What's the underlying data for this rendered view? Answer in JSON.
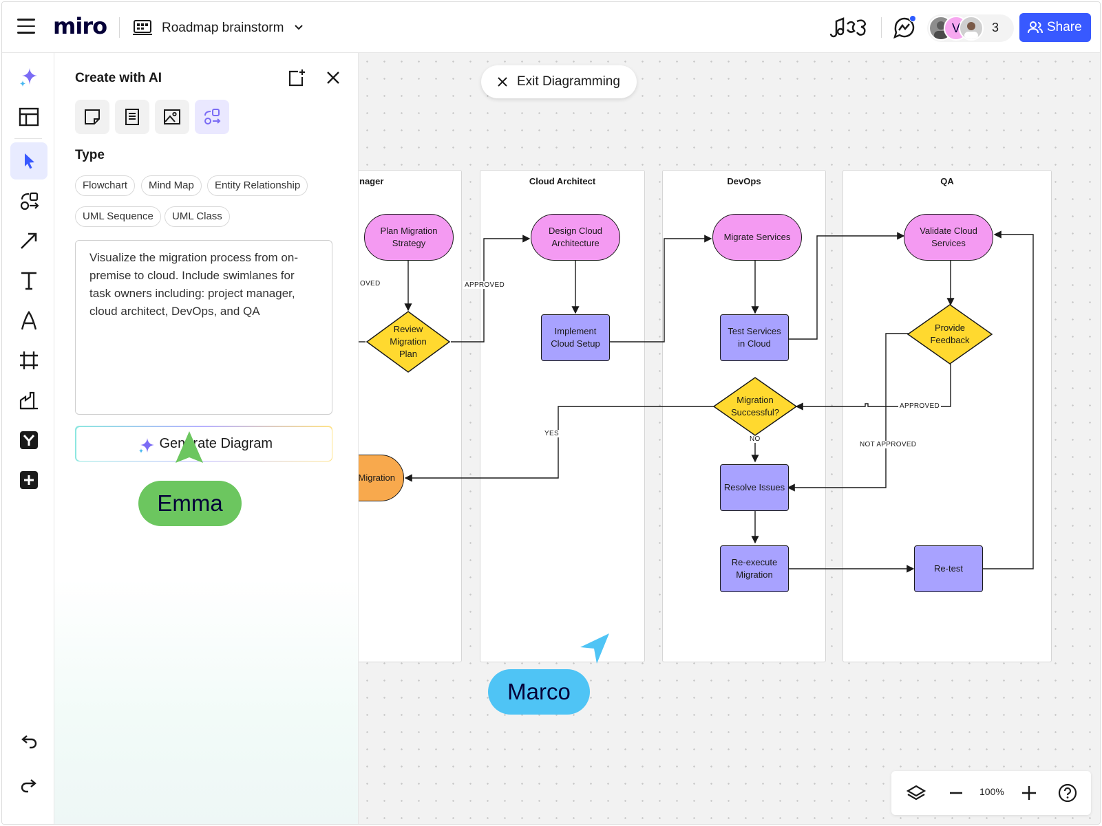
{
  "topbar": {
    "logo": "miro",
    "board_name": "Roadmap brainstorm",
    "avatar_initial": "V",
    "collaborator_count": "3",
    "share_label": "Share"
  },
  "ai_panel": {
    "title": "Create with AI",
    "type_label": "Type",
    "types": [
      "Flowchart",
      "Mind Map",
      "Entity Relationship",
      "UML Sequence",
      "UML Class"
    ],
    "prompt": "Visualize the migration process from on-premise to cloud. Include swimlanes for task owners including: project manager, cloud architect, DevOps, and QA",
    "generate_label": "Generate Diagram"
  },
  "canvas": {
    "exit_label": "Exit Diagramming",
    "lanes": [
      "nager",
      "Cloud Architect",
      "DevOps",
      "QA"
    ],
    "nodes": {
      "plan_migration": "Plan Migration Strategy",
      "review_plan": "Review Migration Plan",
      "migration_partial": "Migration",
      "design_cloud": "Design Cloud Architecture",
      "implement_setup": "Implement Cloud Setup",
      "migrate_services": "Migrate Services",
      "test_services": "Test Services in Cloud",
      "migration_successful": "Migration Successful?",
      "resolve_issues": "Resolve Issues",
      "reexecute": "Re-execute Migration",
      "validate_services": "Validate Cloud Services",
      "provide_feedback": "Provide Feedback",
      "retest": "Re-test"
    },
    "edge_labels": {
      "approved_partial": "OVED",
      "approved_1": "APPROVED",
      "yes": "YES",
      "no": "NO",
      "approved_2": "APPROVED",
      "not_approved": "NOT APPROVED"
    },
    "cursors": {
      "emma": "Emma",
      "marco": "Marco"
    },
    "colors": {
      "emma": "#6cc65f",
      "marco": "#4fc4f5"
    }
  },
  "zoom": {
    "level": "100%"
  }
}
